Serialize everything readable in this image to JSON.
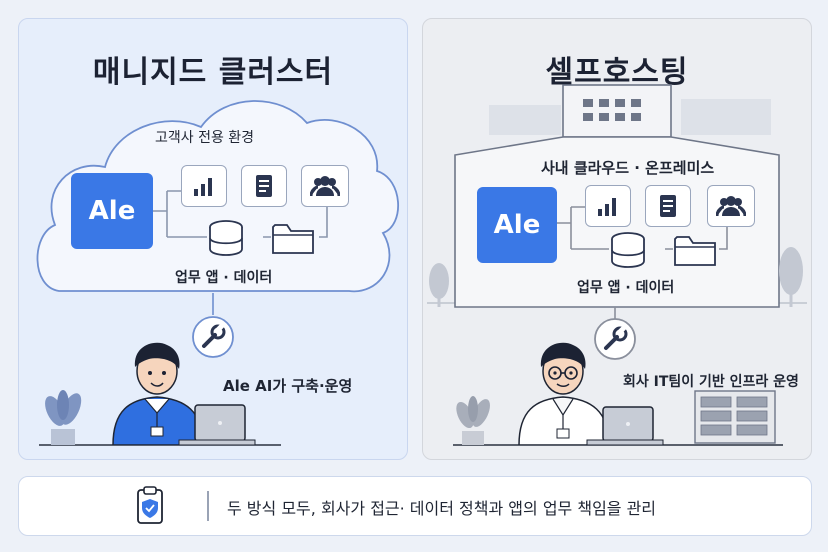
{
  "left_panel": {
    "title": "매니지드 클러스터",
    "cloud_label": "고객사 전용 환경",
    "logo_text": "Ale",
    "apps_label": "업무 앱 · 데이터",
    "operator_label": "Ale AI가 구축·운영"
  },
  "right_panel": {
    "title": "셀프호스팅",
    "building_label": "사내 클라우드 · 온프레미스",
    "logo_text": "Ale",
    "apps_label": "업무 앱 · 데이터",
    "operator_label": "회사 IT팀이 기반 인프라 운영"
  },
  "footer": {
    "text": "두 방식 모두, 회사가 접근· 데이터 정책과 앱의 업무 책임을 관리"
  },
  "colors": {
    "accent": "#3a78e6",
    "person_shirt_left": "#2f6fe0",
    "person_shirt_right": "#ffffff"
  }
}
